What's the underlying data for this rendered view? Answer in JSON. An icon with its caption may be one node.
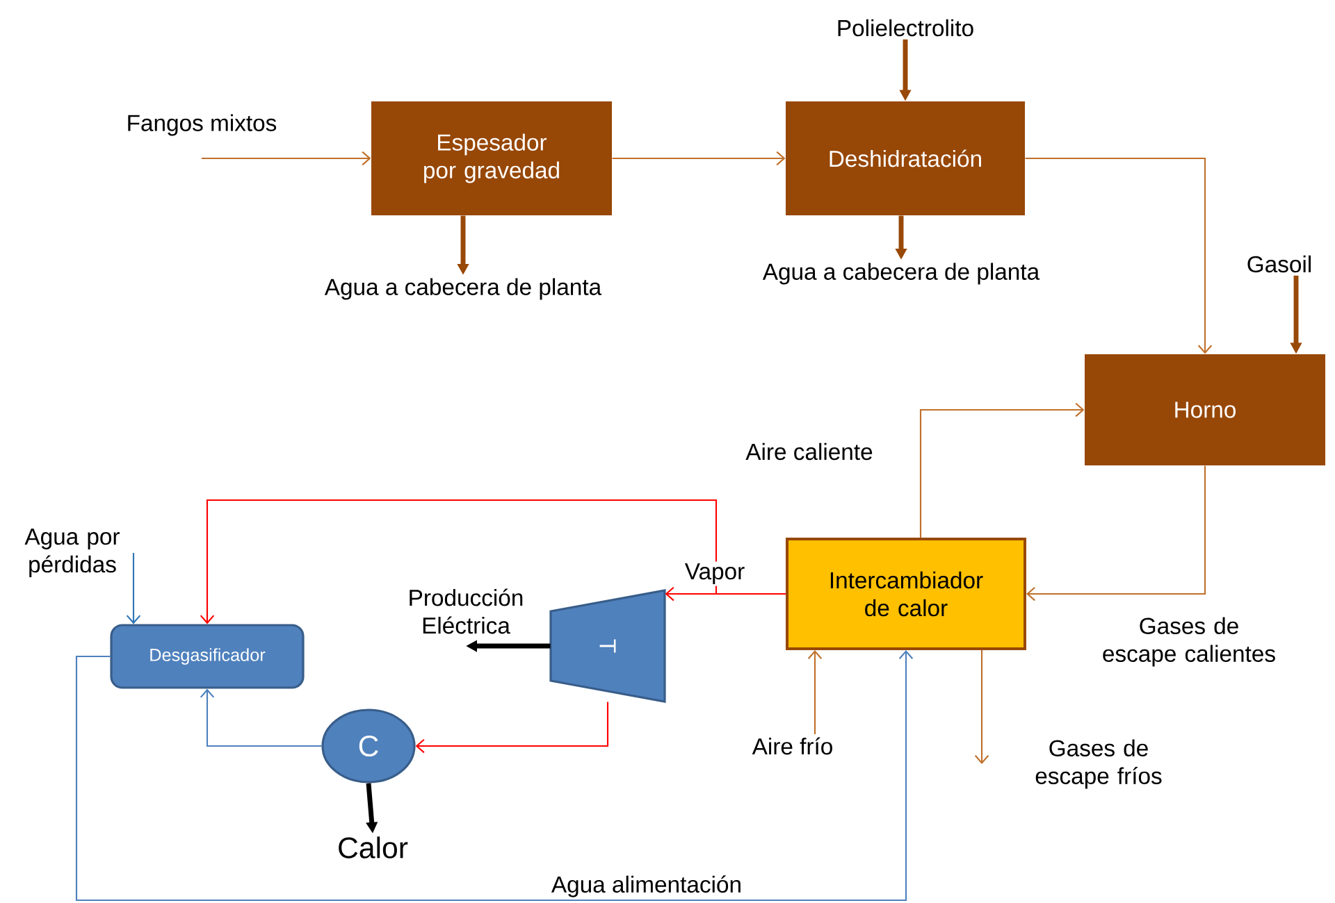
{
  "diagram": {
    "nodes": [
      {
        "text": [
          "Fangos mixtos"
        ]
      },
      {
        "text": [
          "Espesador por gravedad"
        ]
      },
      {
        "text": [
          "Polielectrolito"
        ]
      },
      {
        "text": [
          "Deshidratación"
        ]
      },
      {
        "text": [
          "Agua a cabecera de planta"
        ]
      },
      {
        "text": [
          "Agua a cabecera de planta"
        ]
      },
      {
        "text": [
          "Gasoil"
        ]
      },
      {
        "text": [
          "Horno"
        ]
      },
      {
        "text": [
          "Intercambiador de calor"
        ]
      },
      {
        "text": [
          "Aire frío"
        ]
      },
      {
        "text": [
          "Gases de escape fríos"
        ]
      },
      {
        "text": [
          "T"
        ]
      },
      {
        "text": [
          "Producción Eléctrica"
        ]
      },
      {
        "text": [
          "Agua por pérdidas"
        ]
      },
      {
        "text": [
          "Desgasificador"
        ]
      },
      {
        "text": [
          "C"
        ]
      },
      {
        "text": [
          "Calor"
        ]
      }
    ],
    "edges": [
      {
        "from": 0,
        "to": 1,
        "arrow": "to"
      },
      {
        "from": 1,
        "to": 3,
        "arrow": "to"
      },
      {
        "from": 2,
        "to": 3,
        "arrow": "to",
        "style": "thick",
        "color": "#984807"
      },
      {
        "from": 1,
        "to": 4,
        "arrow": "to",
        "style": "thick",
        "color": "#984807"
      },
      {
        "from": 3,
        "to": 5,
        "arrow": "to",
        "style": "thick",
        "color": "#984807"
      },
      {
        "from": 3,
        "to": 7,
        "arrow": "to"
      },
      {
        "from": 6,
        "to": 7,
        "arrow": "to",
        "style": "thick",
        "color": "#984807"
      },
      {
        "from": 8,
        "to": 7,
        "arrow": "to",
        "label": "Aire caliente"
      },
      {
        "from": 7,
        "to": 8,
        "arrow": "to",
        "label": "Gases de escape calientes"
      },
      {
        "from": 9,
        "to": 8,
        "arrow": "to"
      },
      {
        "from": 8,
        "to": 10,
        "arrow": "to"
      },
      {
        "from": 8,
        "to": 11,
        "arrow": "to",
        "label": "Vapor",
        "color": "#ff0000"
      },
      {
        "from": 8,
        "to": 14,
        "arrow": "to",
        "color": "#ff0000"
      },
      {
        "from": 11,
        "to": 15,
        "arrow": "to",
        "color": "#ff0000"
      },
      {
        "from": 11,
        "to": 12,
        "arrow": "to",
        "style": "thick",
        "color": "#000000"
      },
      {
        "from": 13,
        "to": 14,
        "arrow": "to",
        "color": "#2e75b6"
      },
      {
        "from": 15,
        "to": 14,
        "arrow": "to",
        "color": "#4f81bd"
      },
      {
        "from": 14,
        "to": 8,
        "arrow": "to",
        "label": "Agua alimentación",
        "color": "#4f81bd"
      },
      {
        "from": 15,
        "to": 16,
        "arrow": "to",
        "style": "thick",
        "color": "#000000"
      }
    ]
  }
}
